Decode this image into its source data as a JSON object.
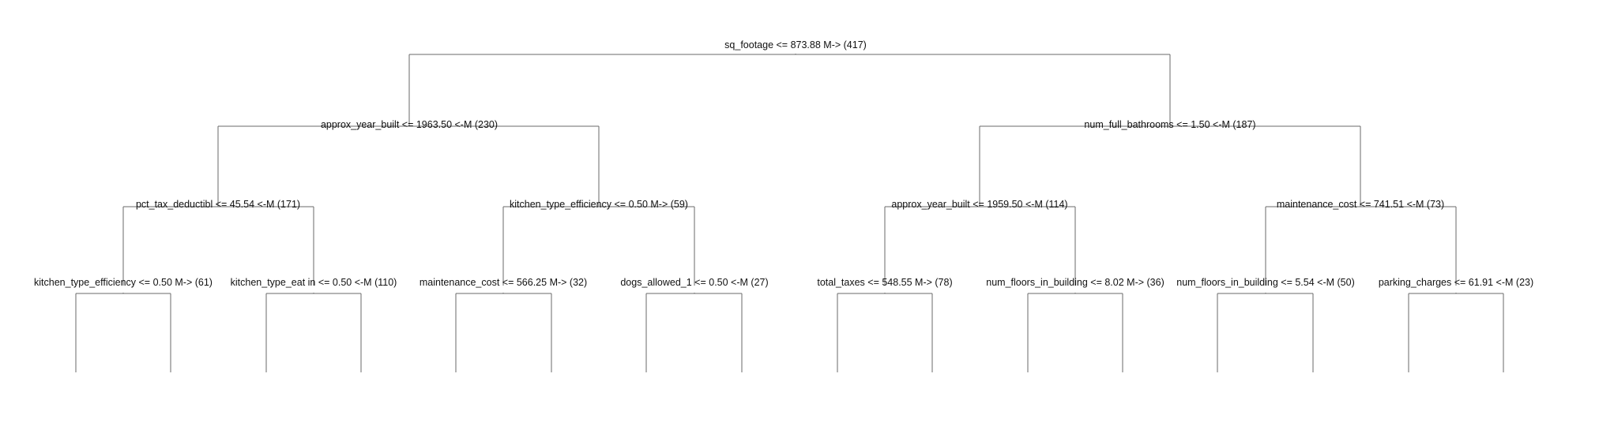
{
  "tree": {
    "nodes": [
      {
        "id": "n1",
        "label": "sq_footage <= 873.88 M-> (417)"
      },
      {
        "id": "n2",
        "label": "approx_year_built <= 1963.50 <-M (230)"
      },
      {
        "id": "n3",
        "label": "num_full_bathrooms <= 1.50 <-M (187)"
      },
      {
        "id": "n4",
        "label": "pct_tax_deductibl <= 45.54 <-M (171)"
      },
      {
        "id": "n5",
        "label": "kitchen_type_efficiency <= 0.50 M-> (59)"
      },
      {
        "id": "n6",
        "label": "approx_year_built <= 1959.50 <-M (114)"
      },
      {
        "id": "n7",
        "label": "maintenance_cost <= 741.51 <-M (73)"
      },
      {
        "id": "n8",
        "label": "kitchen_type_efficiency <= 0.50 M-> (61)"
      },
      {
        "id": "n9",
        "label": "kitchen_type_eat in <= 0.50 <-M (110)"
      },
      {
        "id": "n10",
        "label": "maintenance_cost <= 566.25 M-> (32)"
      },
      {
        "id": "n11",
        "label": "dogs_allowed_1 <= 0.50 <-M (27)"
      },
      {
        "id": "n12",
        "label": "total_taxes <= 548.55 M-> (78)"
      },
      {
        "id": "n13",
        "label": "num_floors_in_building <= 8.02 M-> (36)"
      },
      {
        "id": "n14",
        "label": "num_floors_in_building <= 5.54 <-M (50)"
      },
      {
        "id": "n15",
        "label": "parking_charges <= 61.91 <-M (23)"
      }
    ]
  }
}
